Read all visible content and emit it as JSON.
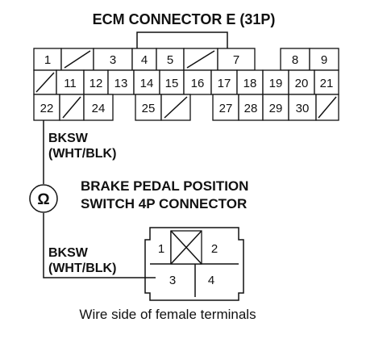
{
  "ecm": {
    "title": "ECM CONNECTOR E (31P)",
    "pins": {
      "p1": "1",
      "p3": "3",
      "p4": "4",
      "p5": "5",
      "p7": "7",
      "p8": "8",
      "p9": "9",
      "p11": "11",
      "p12": "12",
      "p13": "13",
      "p14": "14",
      "p15": "15",
      "p16": "16",
      "p17": "17",
      "p18": "18",
      "p19": "19",
      "p20": "20",
      "p21": "21",
      "p22": "22",
      "p24": "24",
      "p25": "25",
      "p27": "27",
      "p28": "28",
      "p29": "29",
      "p30": "30"
    }
  },
  "wire": {
    "top_label_1": "BKSW",
    "top_label_2": "(WHT/BLK)",
    "bottom_label_1": "BKSW",
    "bottom_label_2": "(WHT/BLK)",
    "meter_symbol": "Ω"
  },
  "switch": {
    "title_1": "BRAKE PEDAL POSITION",
    "title_2": "SWITCH 4P CONNECTOR",
    "pins": {
      "p1": "1",
      "p2": "2",
      "p3": "3",
      "p4": "4"
    }
  },
  "caption": "Wire side of female terminals"
}
